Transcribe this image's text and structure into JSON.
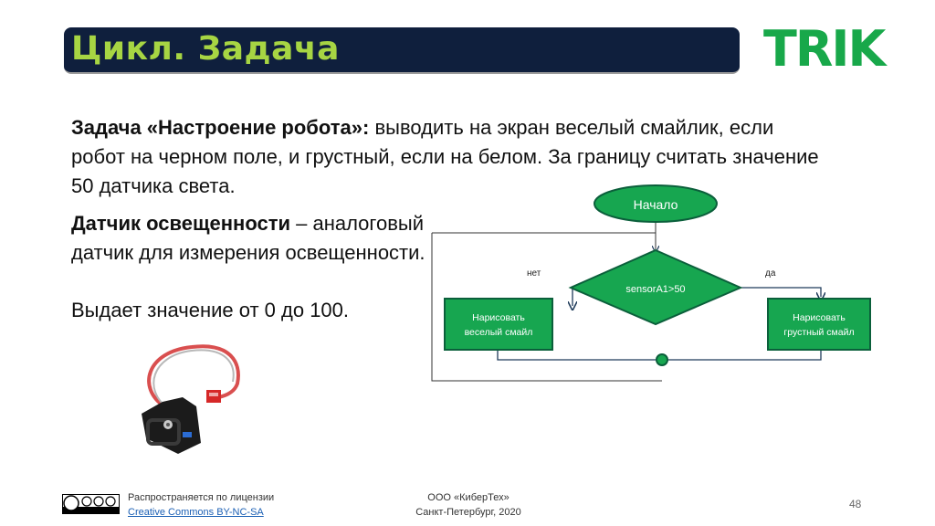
{
  "slide": {
    "title": "Цикл. Задача",
    "logo": "TRIK",
    "page_number": "48"
  },
  "task": {
    "label": "Задача «Настроение робота»:",
    "text": " выводить на экран веселый смайлик, если робот на черном поле, и грустный, если на белом. За границу считать значение 50 датчика света."
  },
  "sensor_info": {
    "term": "Датчик освещенности",
    "definition": " – аналоговый датчик для измерения освещенности.",
    "range": "Выдает значение от 0 до 100."
  },
  "flowchart": {
    "start": "Начало",
    "condition": "sensorA1>50",
    "no_label": "нет",
    "yes_label": "да",
    "left_box": [
      "Нарисовать",
      "веселый смайл"
    ],
    "right_box": [
      "Нарисовать",
      "грустный смайл"
    ],
    "colors": {
      "fill": "#17a650",
      "stroke": "#0b5f3b",
      "text": "#ffffff"
    }
  },
  "footer": {
    "license_line": "Распространяется по лицензии",
    "license_link": "Creative Commons BY-NC-SA",
    "org_line1": "ООО «КиберТех»",
    "org_line2": "Санкт-Петербург, 2020"
  },
  "colors": {
    "title_bg": "#0f1f3d",
    "title_text": "#a7d543",
    "logo": "#18a84a"
  }
}
